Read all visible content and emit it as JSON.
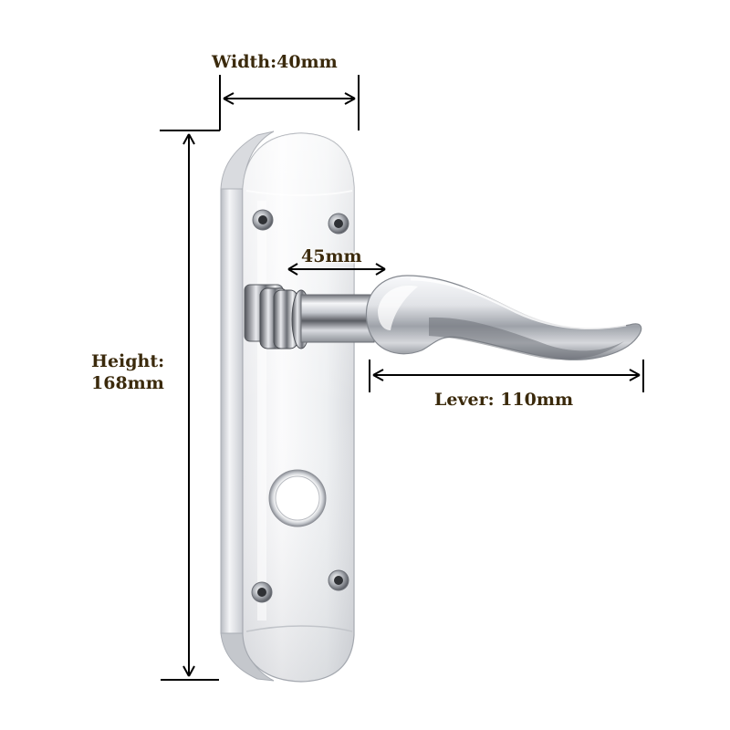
{
  "product": {
    "name": "lever-on-backplate-door-handle",
    "finish": "polished-chrome",
    "icon": "door-lever-handle"
  },
  "dimensions": {
    "width_label": "Width:40mm",
    "height_label_line1": "Height:",
    "height_label_line2": "168mm",
    "collar_label": "45mm",
    "lever_label": "Lever: 110mm"
  },
  "colors": {
    "background": "#ffffff",
    "dimension_lines": "#000000",
    "label_text": "#3b2a0c",
    "chrome_light": "#f7f7f9",
    "chrome_dark": "#8a8d94"
  }
}
